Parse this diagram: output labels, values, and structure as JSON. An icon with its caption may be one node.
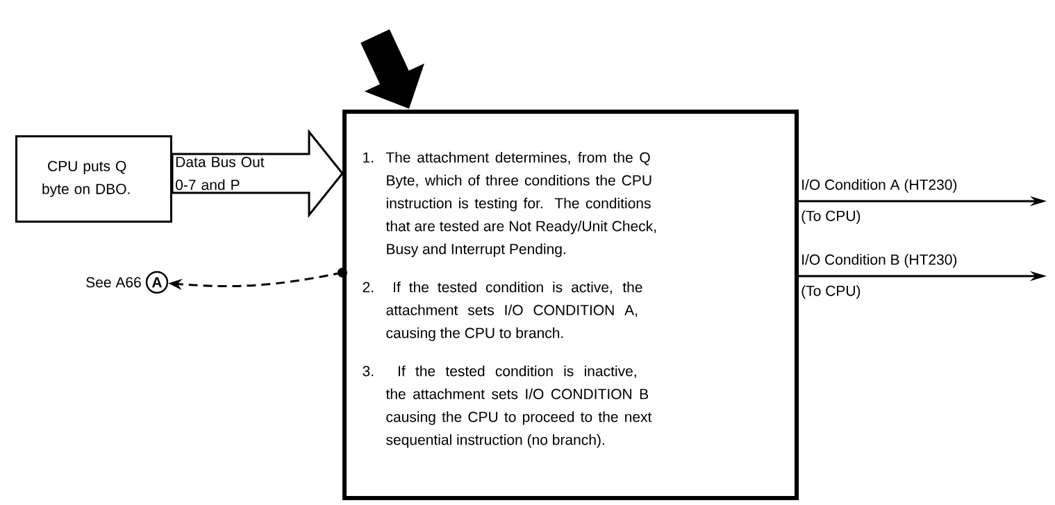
{
  "diagram": {
    "nodes": [
      {
        "text": [
          "CPU puts Q byte on DBO."
        ]
      },
      {
        "text": [
          "1. The attachment determines, from the Q Byte, which of three conditions the CPU instruction is testing for. The conditions that are tested are Not Ready/Unit Check, Busy and Interrupt Pending.",
          "2. If the tested condition is active, the attachment sets I/O CONDITION A, causing the CPU to branch.",
          "3. If the tested condition is inactive, the attachment sets I/O CONDITION B causing the CPU to proceed to the next sequential instruction (no branch)."
        ]
      },
      {
        "text": [
          "A"
        ],
        "beside": [
          "See A66"
        ]
      }
    ],
    "edges": [
      {
        "from": 0,
        "to": 1,
        "arrow": "to",
        "label": "Data Bus Out 0-7 and P",
        "style": "thick"
      },
      {
        "from": null,
        "to": 1,
        "arrow": "to",
        "style": "thick"
      },
      {
        "from": 1,
        "to": null,
        "arrow": "to",
        "label": "I/O Condition A (HT230)"
      },
      {
        "from": 1,
        "to": null,
        "arrow": "to",
        "label": "I/O Condition B (HT230)"
      },
      {
        "from": 1,
        "to": 2,
        "arrow": "to",
        "style": "dashed"
      }
    ],
    "labels": [
      "(To CPU)",
      "(To CPU)"
    ]
  }
}
